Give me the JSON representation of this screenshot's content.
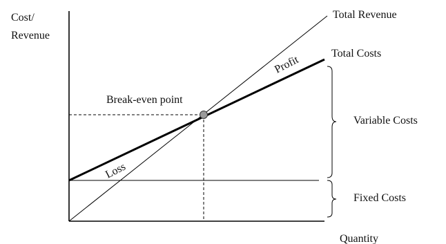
{
  "diagram": {
    "y_axis_label_line1": "Cost/",
    "y_axis_label_line2": "Revenue",
    "x_axis_label": "Quantity",
    "total_revenue_label": "Total Revenue",
    "total_costs_label": "Total Costs",
    "break_even_label": "Break-even point",
    "profit_label": "Profit",
    "loss_label": "Loss",
    "variable_costs_label": "Variable Costs",
    "fixed_costs_label": "Fixed Costs"
  }
}
